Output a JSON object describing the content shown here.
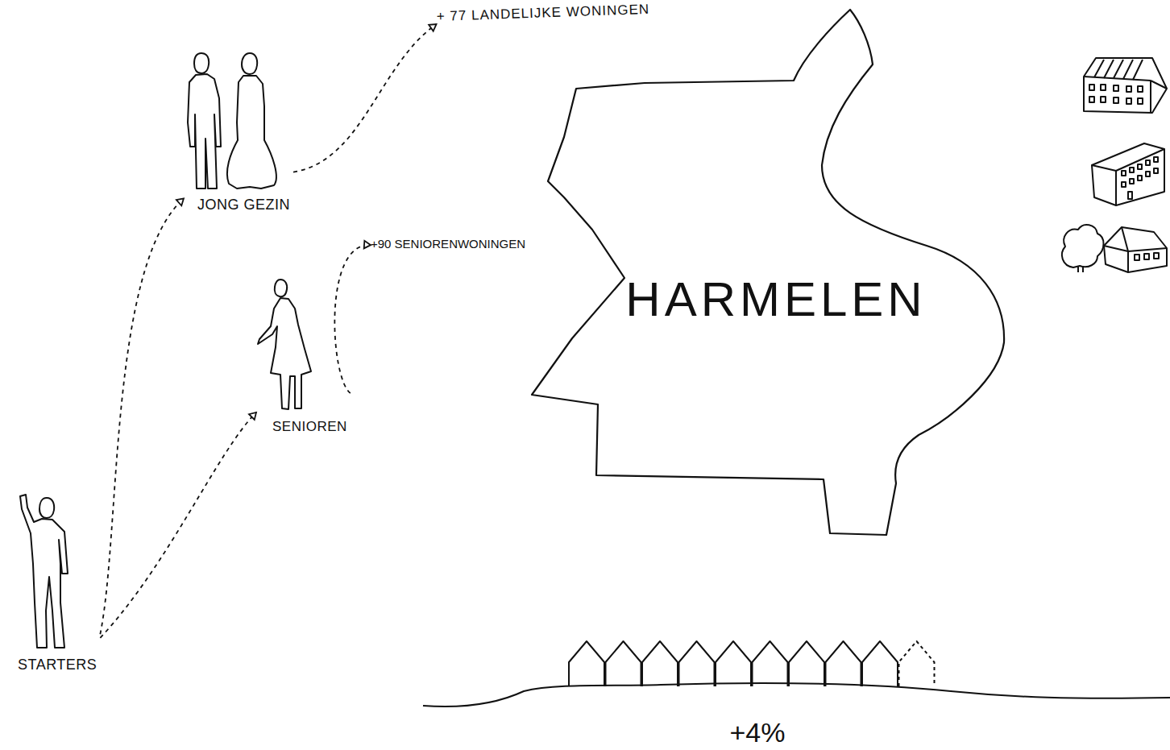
{
  "diagram": {
    "nodes": [
      {
        "text": [
          "STARTERS"
        ]
      },
      {
        "text": [
          "JONG GEZIN"
        ]
      },
      {
        "text": [
          "SENIOREN"
        ]
      },
      {
        "text": [
          "+ 77 LANDELIJKE WONINGEN"
        ]
      },
      {
        "text": [
          "+90 SENIORENWONINGEN"
        ]
      },
      {
        "text": [
          "HARMELEN"
        ]
      }
    ],
    "edges": [
      {
        "from": 0,
        "to": 1,
        "arrow": "to"
      },
      {
        "from": 0,
        "to": 2,
        "arrow": "to"
      },
      {
        "from": 1,
        "to": 3,
        "arrow": "to"
      },
      {
        "from": 2,
        "to": 4,
        "arrow": "to"
      }
    ],
    "labels": [
      "+4%"
    ]
  }
}
